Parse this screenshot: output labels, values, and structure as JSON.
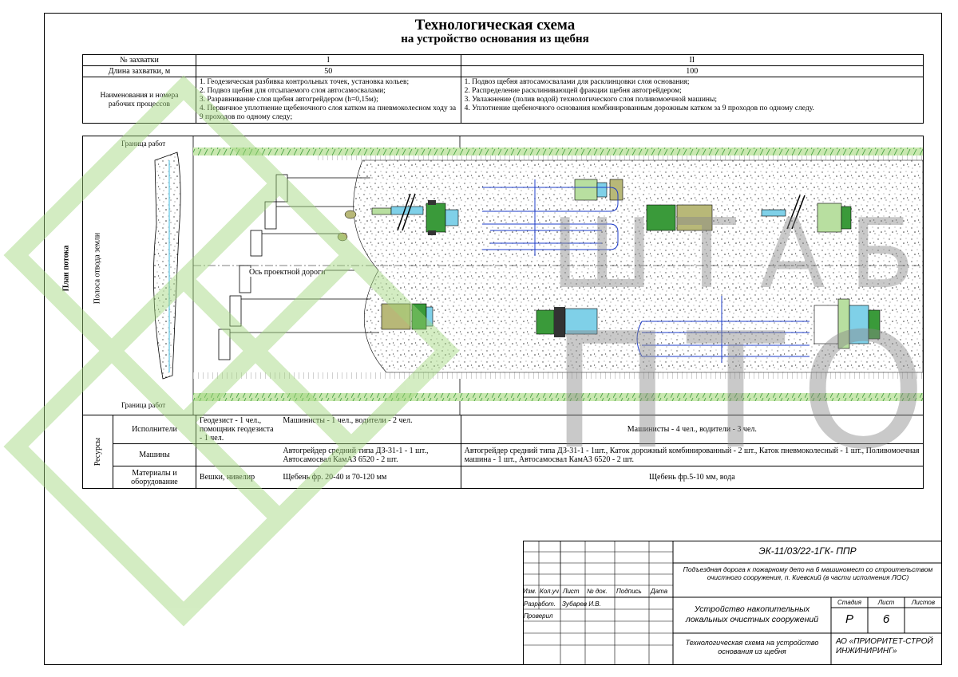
{
  "header": {
    "title": "Технологическая схема",
    "subtitle": "на устройство основания из щебня"
  },
  "table": {
    "row_zahvatki_label": "№ захватки",
    "row_length_label": "Длина захватки, м",
    "row_process_label": "Наименования и номера рабочих процессов",
    "zone1": {
      "number": "I",
      "length": "50",
      "processes": [
        "1. Геодезическая разбивка контрольных точек, установка кольев;",
        "2. Подвоз щебня для отсыпаемого слоя автосамосвалами;",
        "3. Разравнивание слоя щебня автогрейдером (h=0,15м);",
        "4. Первичное уплотнение щебеночного слоя катком на пневмоколесном ходу за 9 проходов по одному следу;"
      ]
    },
    "zone2": {
      "number": "II",
      "length": "100",
      "processes": [
        "1. Подвоз щебня автосамосвалами для расклинцовки слоя основания;",
        "2. Распределение расклинивающей фракции щебня автогрейдером;",
        "3. Увлажнение (полив водой) технологического слоя поливомоечной машины;",
        "4. Уплотнение щебеночного основания комбинированным дорожным катком за 9 проходов по одному следу."
      ]
    }
  },
  "plan": {
    "side_label": "План потока",
    "strip_label": "Полоса отвода земли",
    "boundary_top": "Граница работ",
    "boundary_bottom": "Граница работ",
    "axis_label": "Ось проектной дороги"
  },
  "resources": {
    "group_label": "Ресурсы",
    "rows": [
      {
        "label": "Исполнители",
        "z1_left": "Геодезист - 1 чел., помощник геодезиста - 1 чел.",
        "z1_right": "Машинисты - 1 чел., водители - 2 чел.",
        "z2": "Машинисты - 4 чел., водители - 3 чел."
      },
      {
        "label": "Машины",
        "z1_left": "",
        "z1_right": "Автогрейдер средний типа ДЗ-31-1 - 1 шт., Автосамосвал КамАЗ 6520 - 2 шт.",
        "z2": "Автогрейдер средний типа ДЗ-31-1 - 1шт., Каток дорожный комбинированный - 2 шт., Каток пневмоколесный - 1 шт., Поливомоечная машина - 1 шт., Автосамосвал КамАЗ 6520 - 2 шт."
      },
      {
        "label": "Материалы и оборудование",
        "z1_left": "Вешки, нивелир",
        "z1_right": "Щебень фр. 20-40 и 70-120 мм",
        "z2": "Щебень фр.5-10 мм, вода"
      }
    ]
  },
  "stamp": {
    "doc_code": "ЭК-11/03/22-1ГК- ППР",
    "object": "Подъездная дорога к пожарному депо на 6 машиномест со строительством очистного сооружения, п. Киевский (в части исполнения ЛОС)",
    "col_izm": "Изм.",
    "col_kol": "Кол.уч",
    "col_list": "Лист",
    "col_doc": "№ док.",
    "col_sign": "Подпись",
    "col_date": "Дата",
    "role_dev": "Разработ.",
    "dev_name": "Зубарев И.В.",
    "role_check": "Проверил",
    "section": "Устройство накопительных локальных очистных сооружений",
    "stage_label": "Стадия",
    "sheet_label": "Лист",
    "sheets_label": "Листов",
    "stage": "Р",
    "sheet": "6",
    "drawing": "Технологическая схема на устройство основания из щебня",
    "company": "АО «ПРИОРИТЕТ-СТРОЙ ИНЖИНИРИНГ»"
  },
  "watermark": {
    "line1": "ШТАБ",
    "line2": "ПТО"
  },
  "colors": {
    "green": "#3a9a3a",
    "light_green": "#b8dfa0",
    "cyan": "#7fd0e8",
    "blue": "#1e3cc8",
    "khaki": "#b8b878"
  }
}
